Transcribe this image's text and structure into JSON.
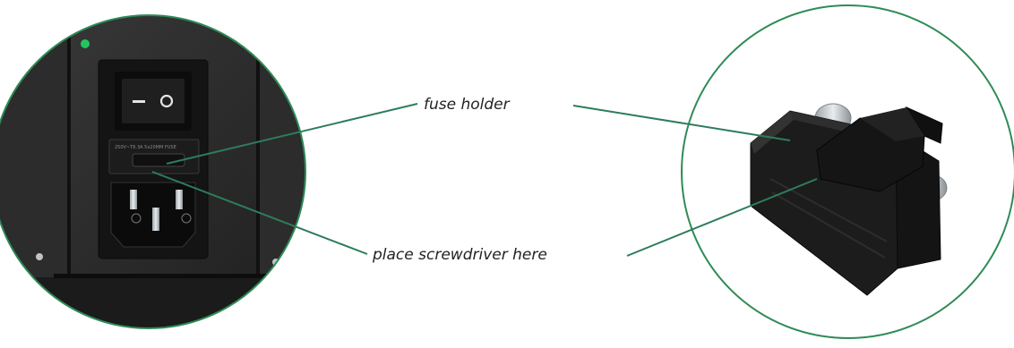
{
  "labels": {
    "fuse_holder": "fuse holder",
    "screwdriver": "place screwdriver here"
  },
  "panel_marking": "250V~T6.3A 5x20MM FUSE",
  "colors": {
    "circle_border": "#2e8b57",
    "leader_line": "#2e7d5b",
    "panel": "#2a2a2a",
    "panel_dark": "#141414",
    "led": "#22c55e",
    "fuse_holder_body": "#1a1a1a"
  },
  "icons": {
    "power_switch": "rocker-switch-icon",
    "power_inlet": "iec-inlet-icon"
  }
}
